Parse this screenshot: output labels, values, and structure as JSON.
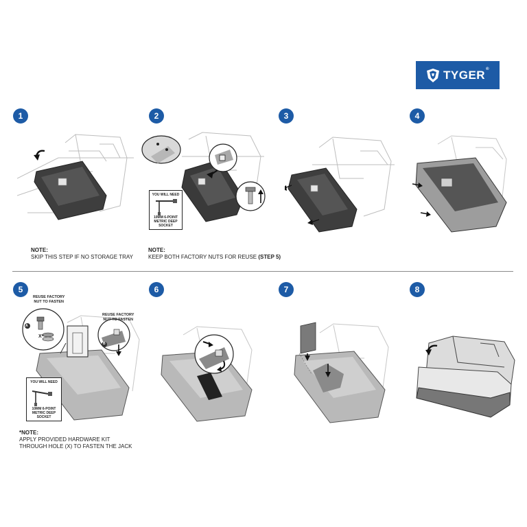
{
  "brand": {
    "name": "TYGER",
    "mark": "®",
    "color": "#1d5ba6"
  },
  "steps": [
    {
      "number": "1"
    },
    {
      "number": "2"
    },
    {
      "number": "3"
    },
    {
      "number": "4"
    },
    {
      "number": "5"
    },
    {
      "number": "6"
    },
    {
      "number": "7"
    },
    {
      "number": "8"
    }
  ],
  "notes": {
    "step1": {
      "label": "NOTE:",
      "text": "SKIP THIS STEP IF NO STORAGE TRAY"
    },
    "step2": {
      "label": "NOTE:",
      "text": "KEEP BOTH FACTORY NUTS FOR REUSE",
      "emphasis": "(STEP 5)"
    },
    "step5": {
      "label": "*NOTE:",
      "line1": "APPLY PROVIDED HARDWARE KIT",
      "line2": "THROUGH HOLE (X) TO FASTEN THE JACK"
    }
  },
  "tool_cards": {
    "header": "YOU WILL NEED",
    "footer_line1": "10MM 6-POINT",
    "footer_line2": "METRIC DEEP SOCKET"
  },
  "callouts": {
    "reuse_a_line1": "REUSE FACTORY",
    "reuse_a_line2": "NUT TO FASTEN",
    "reuse_b_line1": "REUSE FACTORY",
    "reuse_b_line2": "NUT TO FASTEN",
    "hole_marker": "X*",
    "part_label_a": "A",
    "part_label_b": "B"
  }
}
